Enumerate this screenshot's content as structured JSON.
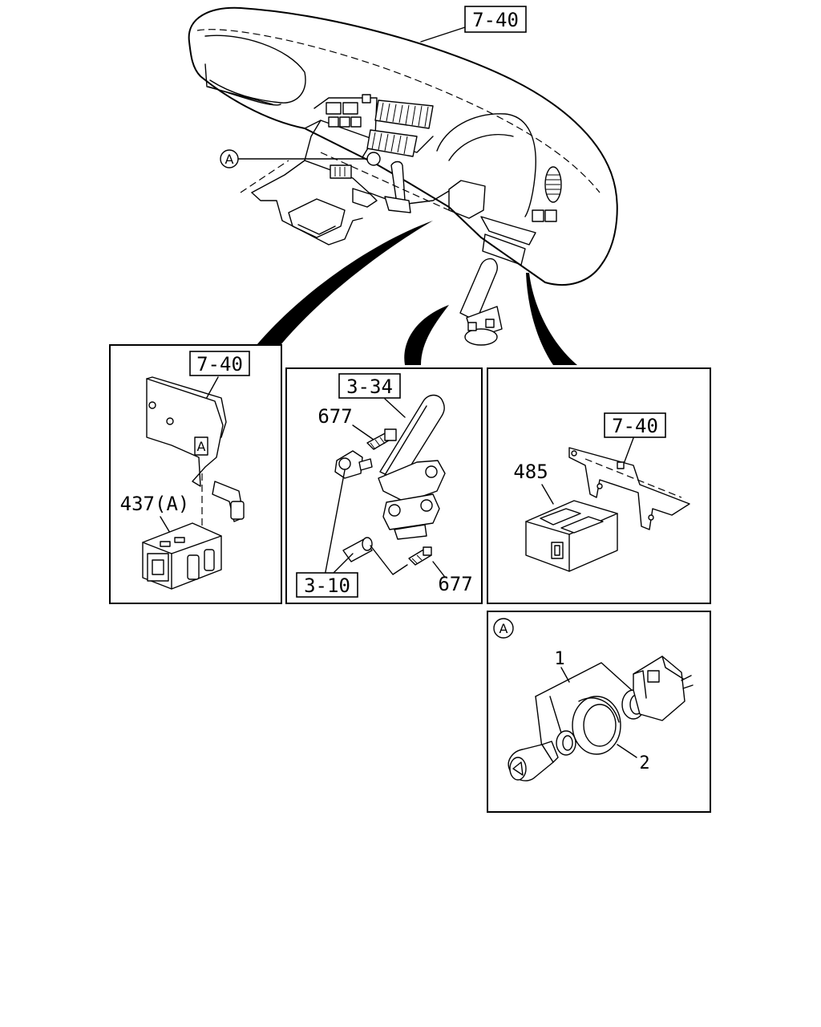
{
  "overview": {
    "ref_label": "7-40",
    "callout_a": "A"
  },
  "panel_switch": {
    "ref_label": "7-40",
    "part_label": "437(A)"
  },
  "panel_valve": {
    "ref_label_top": "3-34",
    "ref_label_bottom": "3-10",
    "part_label_top": "677",
    "part_label_bottom": "677"
  },
  "panel_module": {
    "ref_label": "7-40",
    "part_label": "485"
  },
  "panel_detail_a": {
    "callout_a": "A",
    "part_label_1": "1",
    "part_label_2": "2"
  }
}
